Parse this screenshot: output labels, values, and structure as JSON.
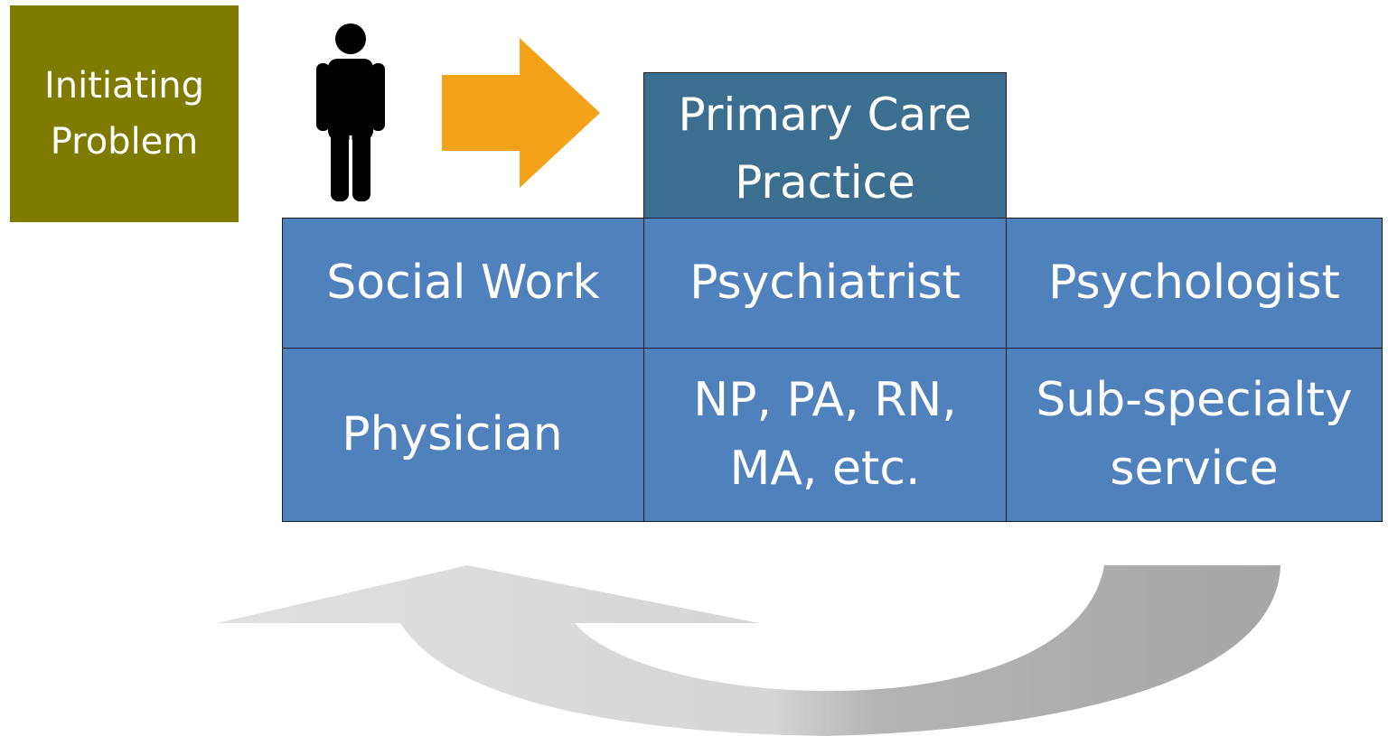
{
  "problem": {
    "text": "Initiating\nProblem",
    "color": "#7f7a00"
  },
  "primary_care": {
    "text": "Primary Care\nPractice",
    "color": "#3b6e8f"
  },
  "grid": {
    "color": "#4f81bd",
    "rows": [
      [
        "Social Work",
        "Psychiatrist",
        "Psychologist"
      ],
      [
        "Physician",
        "NP, PA, RN,\nMA, etc.",
        "Sub-specialty\nservice"
      ]
    ]
  },
  "icons": {
    "person": "person-icon",
    "arrow": "right-arrow-icon",
    "return_arrow": "curved-return-arrow-icon"
  },
  "colors": {
    "arrow": "#f5a21b",
    "return_light": "#d9d9d9",
    "return_dark": "#a8a8a8"
  }
}
